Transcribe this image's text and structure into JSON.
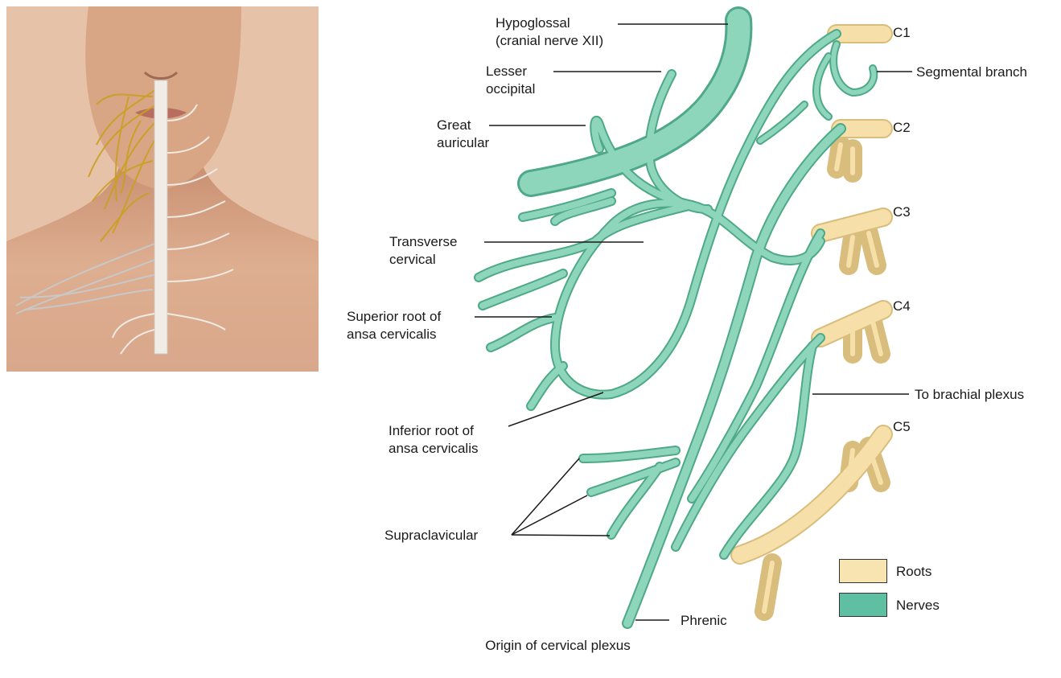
{
  "labels": {
    "hypoglossal_1": "Hypoglossal",
    "hypoglossal_2": "(cranial nerve XII)",
    "lesser_1": "Lesser",
    "lesser_2": "occipital",
    "great_1": "Great",
    "great_2": "auricular",
    "transverse_1": "Transverse",
    "transverse_2": "cervical",
    "superior_1": "Superior root of",
    "superior_2": "ansa cervicalis",
    "inferior_1": "Inferior root of",
    "inferior_2": "ansa cervicalis",
    "supraclavicular": "Supraclavicular",
    "phrenic": "Phrenic",
    "segmental": "Segmental branch",
    "brachial": "To brachial plexus",
    "c1": "C1",
    "c2": "C2",
    "c3": "C3",
    "c4": "C4",
    "c5": "C5"
  },
  "legend": {
    "roots": "Roots",
    "nerves": "Nerves",
    "roots_color": "#f8e4b0",
    "nerves_color": "#5fbfa3"
  },
  "caption": "Origin of cervical plexus",
  "colors": {
    "nerve": "#7fcfb0",
    "nerve_dark": "#4fa88a",
    "root": "#f6dfa8",
    "root_dark": "#d9bd7c",
    "skin": "#d8a888"
  }
}
